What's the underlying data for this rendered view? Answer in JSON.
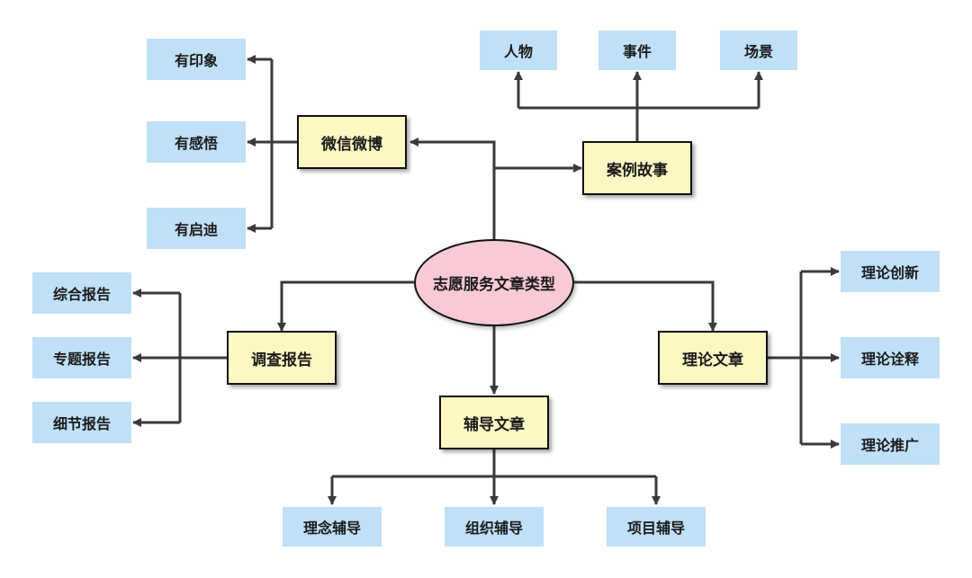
{
  "center": "志愿服务文章类型",
  "categories": {
    "weixin": "微信微博",
    "anli": "案例故事",
    "diaocha": "调查报告",
    "lilun": "理论文章",
    "fudao": "辅导文章"
  },
  "leaves": {
    "weixin": [
      "有印象",
      "有感悟",
      "有启迪"
    ],
    "anli": [
      "人物",
      "事件",
      "场景"
    ],
    "diaocha": [
      "综合报告",
      "专题报告",
      "细节报告"
    ],
    "lilun": [
      "理论创新",
      "理论诠释",
      "理论推广"
    ],
    "fudao": [
      "理念辅导",
      "组织辅导",
      "项目辅导"
    ]
  },
  "colors": {
    "leaf_fill": "#bfe0f7",
    "category_fill": "#fdf7c3",
    "center_fill": "#f9c9d6",
    "connector": "#3a3a3a"
  }
}
